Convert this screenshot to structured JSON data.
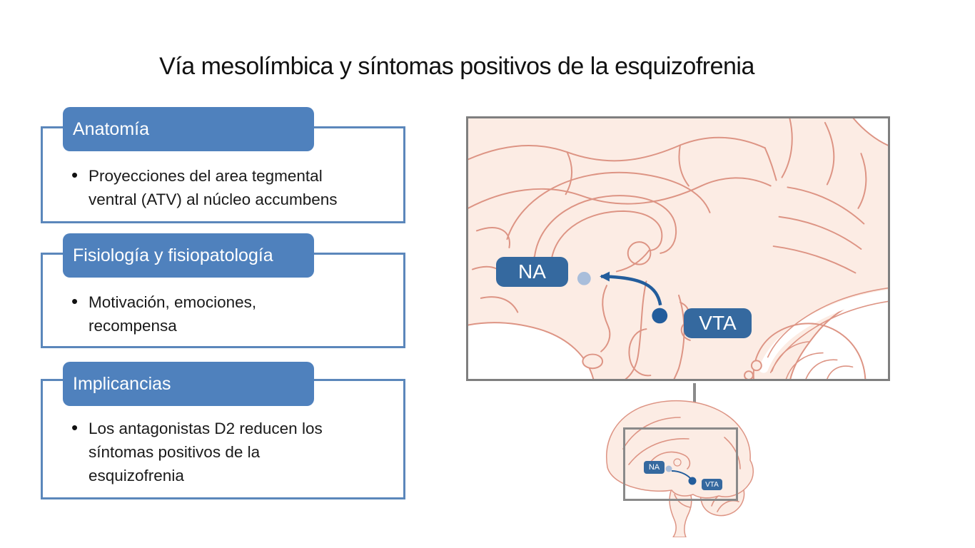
{
  "slide": {
    "title": "Vía mesolímbica y síntomas positivos de la esquizofrenia"
  },
  "sections": [
    {
      "header": "Anatomía",
      "bullet": "Proyecciones del area tegmental\nventral (ATV) al núcleo accumbens"
    },
    {
      "header": "Fisiología y fisiopatología",
      "bullet": "Motivación, emociones,\nrecompensa"
    },
    {
      "header": "Implicancias",
      "bullet": "Los antagonistas D2 reducen los\nsíntomas positivos de la\nesquizofrenia"
    }
  ],
  "diagram": {
    "main": {
      "na_label": "NA",
      "vta_label": "VTA"
    },
    "inset": {
      "na_label": "NA",
      "vta_label": "VTA"
    }
  },
  "colors": {
    "accent-blue": "#4f81bd",
    "box-border-blue": "#5b87bb",
    "label-blue": "#35699f",
    "pathway-blue": "#235d9c",
    "terminal-blue": "#a9bedb",
    "brain-fill": "#fcece4",
    "brain-line": "#dd9484",
    "frame-gray": "#7f7f7f",
    "text-dark": "#1a1a1a"
  }
}
